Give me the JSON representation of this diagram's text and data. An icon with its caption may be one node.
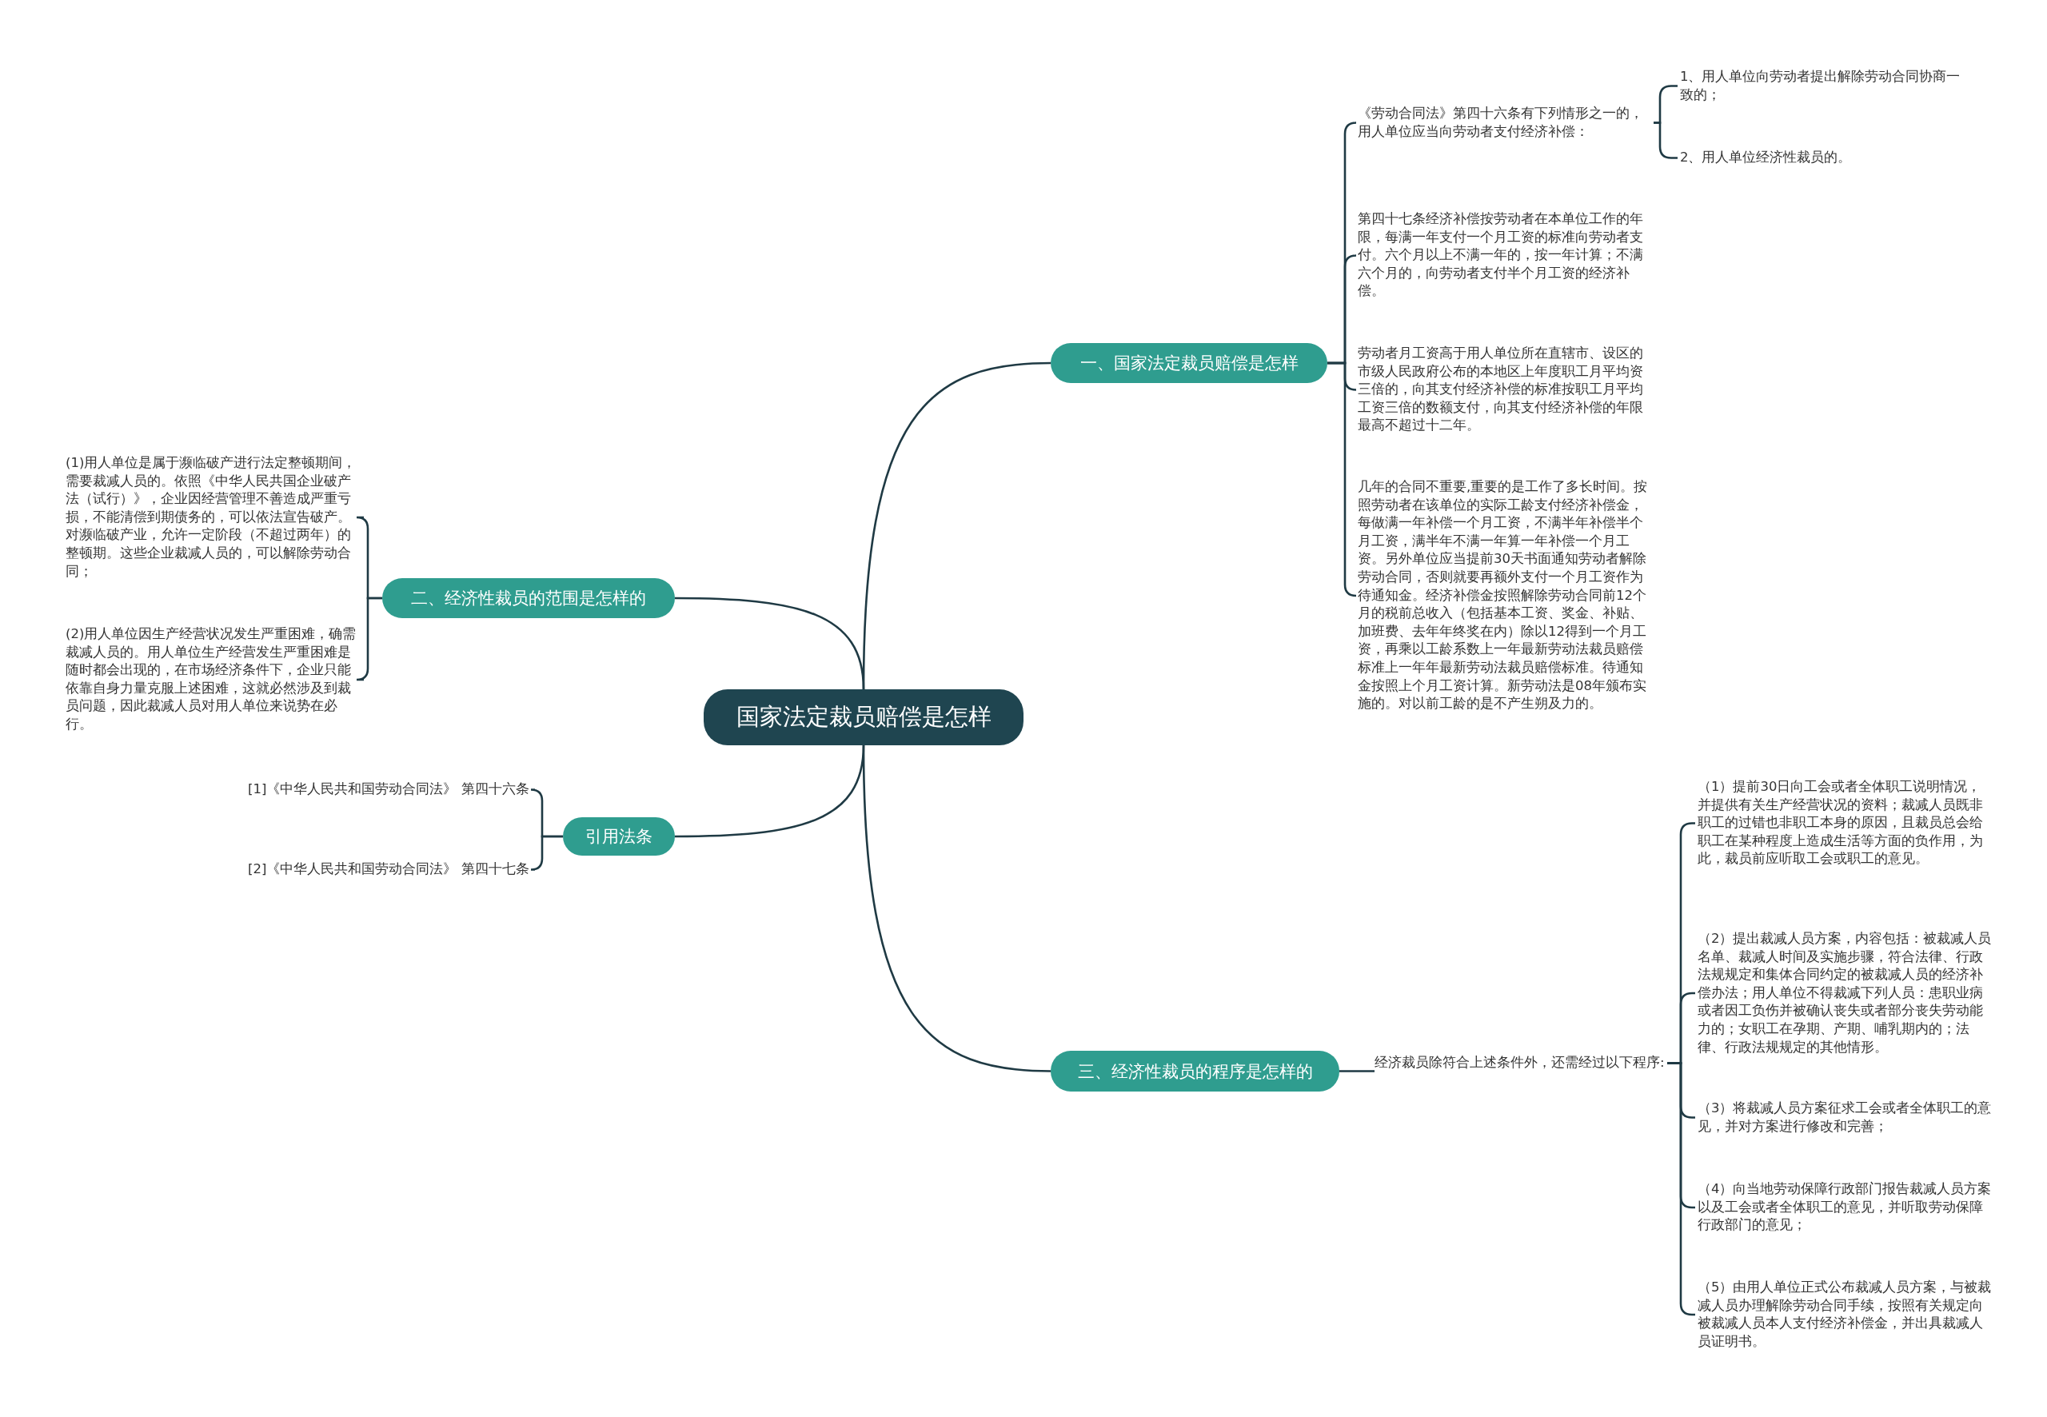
{
  "diagram": {
    "nodes": [
      {
        "text": [
          "国家法定裁员赔偿是怎样"
        ]
      },
      {
        "text": [
          "一、国家法定裁员赔偿是怎样"
        ]
      },
      {
        "text": [
          "《劳动合同法》第四十六条有下列情形之一的，用人单位应当向劳动者支付经济补偿："
        ]
      },
      {
        "text": [
          "1、用人单位向劳动者提出解除劳动合同协商一致的；"
        ]
      },
      {
        "text": [
          "2、用人单位经济性裁员的。"
        ]
      },
      {
        "text": [
          "第四十七条经济补偿按劳动者在本单位工作的年限，每满一年支付一个月工资的标准向劳动者支付。六个月以上不满一年的，按一年计算；不满六个月的，向劳动者支付半个月工资的经济补偿。"
        ]
      },
      {
        "text": [
          "劳动者月工资高于用人单位所在直辖市、设区的市级人民政府公布的本地区上年度职工月平均资三倍的，向其支付经济补偿的标准按职工月平均工资三倍的数额支付，向其支付经济补偿的年限最高不超过十二年。"
        ]
      },
      {
        "text": [
          "几年的合同不重要,重要的是工作了多长时间。按照劳动者在该单位的实际工龄支付经济补偿金，每做满一年补偿一个月工资，不满半年补偿半个月工资，满半年不满一年算一年补偿一个月工资。另外单位应当提前30天书面通知劳动者解除劳动合同，否则就要再额外支付一个月工资作为待通知金。经济补偿金按照解除劳动合同前12个月的税前总收入（包括基本工资、奖金、补贴、加班费、去年年终奖在内）除以12得到一个月工资，再乘以工龄系数上一年最新劳动法裁员赔偿标准上一年年最新劳动法裁员赔偿标准。待通知金按照上个月工资计算。新劳动法是08年颁布实施的。对以前工龄的是不产生朔及力的。"
        ]
      },
      {
        "text": [
          "二、经济性裁员的范围是怎样的"
        ]
      },
      {
        "text": [
          "(1)用人单位是属于濒临破产进行法定整顿期间，需要裁减人员的。依照《中华人民共国企业破产法（试行）》，企业因经营管理不善造成严重亏损，不能清偿到期债务的，可以依法宣告破产。对濒临破产业，允许一定阶段（不超过两年）的整顿期。这些企业裁减人员的，可以解除劳动合同；"
        ]
      },
      {
        "text": [
          "(2)用人单位因生产经营状况发生严重困难，确需裁减人员的。用人单位生产经营发生严重困难是随时都会出现的，在市场经济条件下，企业只能依靠自身力量克服上述困难，这就必然涉及到裁员问题，因此裁减人员对用人单位来说势在必行。"
        ]
      },
      {
        "text": [
          "引用法条"
        ]
      },
      {
        "text": [
          "[1]《中华人民共和国劳动合同法》 第四十六条"
        ]
      },
      {
        "text": [
          "[2]《中华人民共和国劳动合同法》 第四十七条"
        ]
      },
      {
        "text": [
          "三、经济性裁员的程序是怎样的"
        ]
      },
      {
        "text": [
          "经济裁员除符合上述条件外，还需经过以下程序:"
        ]
      },
      {
        "text": [
          "（1）提前30日向工会或者全体职工说明情况，并提供有关生产经营状况的资料；裁减人员既非职工的过错也非职工本身的原因，且裁员总会给职工在某种程度上造成生活等方面的负作用，为此，裁员前应听取工会或职工的意见。"
        ]
      },
      {
        "text": [
          "（2）提出裁减人员方案，内容包括：被裁减人员名单、裁减人时间及实施步骤，符合法律、行政法规规定和集体合同约定的被裁减人员的经济补偿办法；用人单位不得裁减下列人员：患职业病或者因工负伤并被确认丧失或者部分丧失劳动能力的；女职工在孕期、产期、哺乳期内的；法律、行政法规规定的其他情形。"
        ]
      },
      {
        "text": [
          "（3）将裁减人员方案征求工会或者全体职工的意见，并对方案进行修改和完善；"
        ]
      },
      {
        "text": [
          "（4）向当地劳动保障行政部门报告裁减人员方案以及工会或者全体职工的意见，并听取劳动保障行政部门的意见；"
        ]
      },
      {
        "text": [
          "（5）由用人单位正式公布裁减人员方案，与被裁减人员办理解除劳动合同手续，按照有关规定向被裁减人员本人支付经济补偿金，并出具裁减人员证明书。"
        ]
      }
    ],
    "edges": [
      {
        "from": 0,
        "to": 1,
        "arrow": "none"
      },
      {
        "from": 1,
        "to": 2,
        "arrow": "none"
      },
      {
        "from": 2,
        "to": 3,
        "arrow": "none"
      },
      {
        "from": 2,
        "to": 4,
        "arrow": "none"
      },
      {
        "from": 1,
        "to": 5,
        "arrow": "none"
      },
      {
        "from": 1,
        "to": 6,
        "arrow": "none"
      },
      {
        "from": 1,
        "to": 7,
        "arrow": "none"
      },
      {
        "from": 0,
        "to": 8,
        "arrow": "none"
      },
      {
        "from": 8,
        "to": 9,
        "arrow": "none"
      },
      {
        "from": 8,
        "to": 10,
        "arrow": "none"
      },
      {
        "from": 0,
        "to": 11,
        "arrow": "none"
      },
      {
        "from": 11,
        "to": 12,
        "arrow": "none"
      },
      {
        "from": 11,
        "to": 13,
        "arrow": "none"
      },
      {
        "from": 0,
        "to": 14,
        "arrow": "none"
      },
      {
        "from": 14,
        "to": 15,
        "arrow": "none"
      },
      {
        "from": 15,
        "to": 16,
        "arrow": "none"
      },
      {
        "from": 15,
        "to": 17,
        "arrow": "none"
      },
      {
        "from": 15,
        "to": 18,
        "arrow": "none"
      },
      {
        "from": 15,
        "to": 19,
        "arrow": "none"
      },
      {
        "from": 15,
        "to": 20,
        "arrow": "none"
      }
    ]
  }
}
